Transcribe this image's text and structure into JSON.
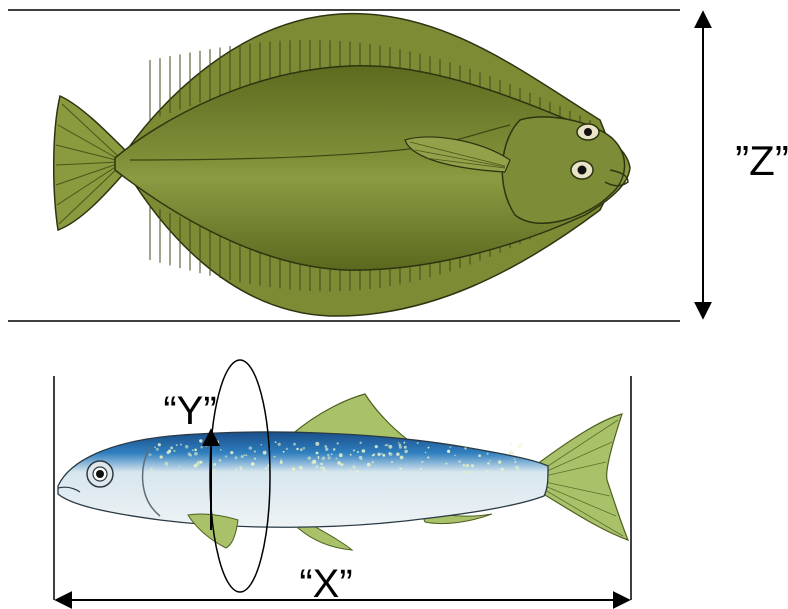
{
  "labels": {
    "z": "”Z”",
    "y": "“Y”",
    "x": "“X”"
  },
  "colors": {
    "line": "#000000",
    "flatfish_body": "#6f7f2a",
    "flatfish_fin": "#7d8b35",
    "flatfish_highlight": "#8e9c42",
    "herring_back": "#1b5fa0",
    "herring_belly": "#e8eff3",
    "herring_fin": "#a9c26a"
  }
}
